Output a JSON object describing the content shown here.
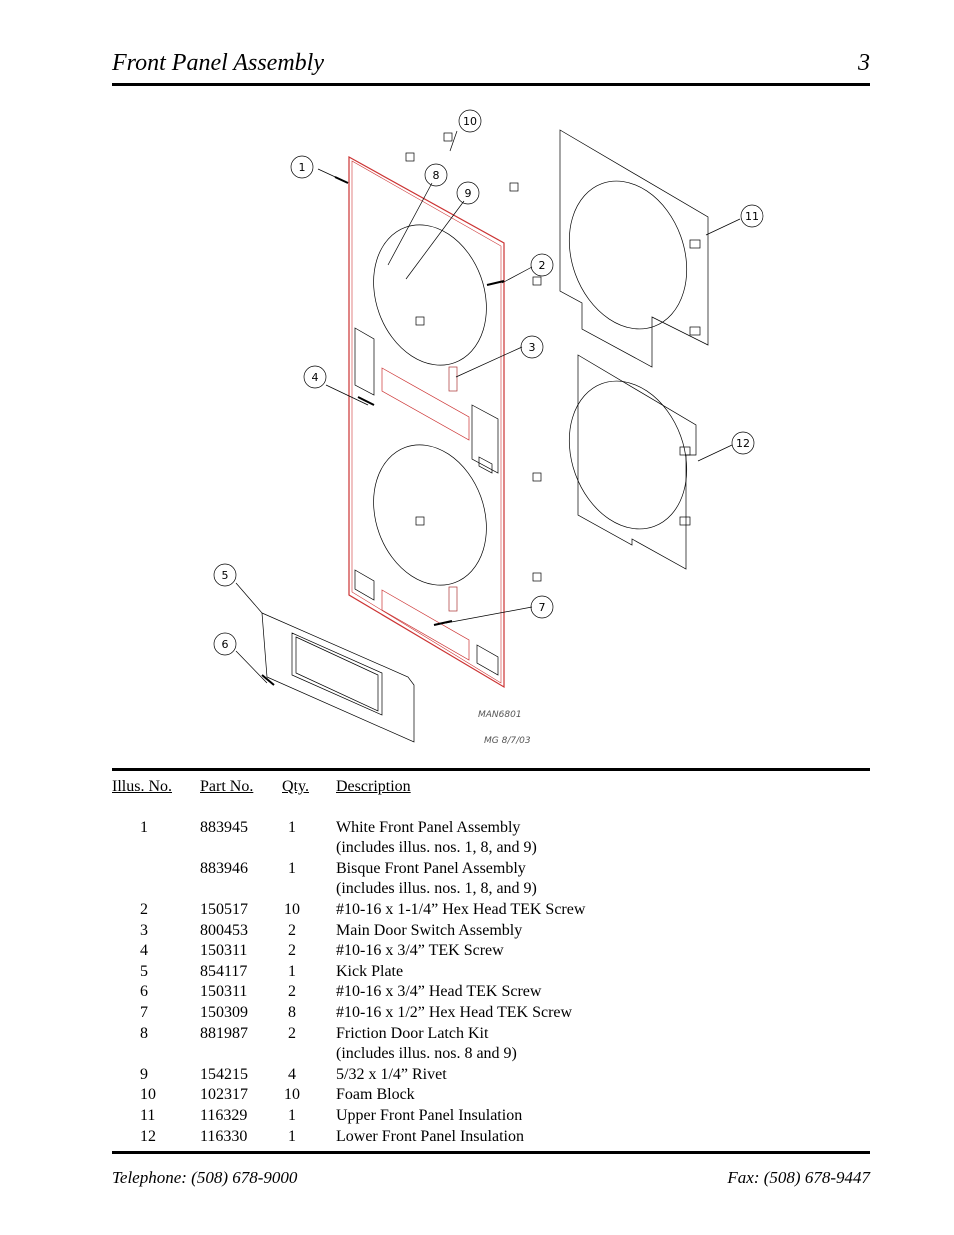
{
  "header": {
    "title": "Front Panel Assembly",
    "page_number": "3"
  },
  "drawing": {
    "callouts": [
      "1",
      "2",
      "3",
      "4",
      "5",
      "6",
      "7",
      "8",
      "9",
      "10",
      "11",
      "12"
    ],
    "drawing_number": "MAN6801",
    "drawing_date": "MG 8/7/03"
  },
  "table": {
    "headers": {
      "illus": "Illus. No.",
      "part": "Part  No.",
      "qty": "Qty.",
      "desc": "Description"
    },
    "rows": [
      {
        "illus": "1",
        "part": "883945",
        "qty": "1",
        "desc": "White Front Panel Assembly"
      },
      {
        "illus": "",
        "part": "",
        "qty": "",
        "desc": "(includes illus. nos. 1, 8, and 9)"
      },
      {
        "illus": "",
        "part": "883946",
        "qty": "1",
        "desc": "Bisque Front Panel Assembly"
      },
      {
        "illus": "",
        "part": "",
        "qty": "",
        "desc": "(includes illus. nos. 1, 8, and 9)"
      },
      {
        "illus": "2",
        "part": "150517",
        "qty": "10",
        "desc": "#10-16 x 1-1/4” Hex Head TEK Screw"
      },
      {
        "illus": "3",
        "part": "800453",
        "qty": "2",
        "desc": "Main Door Switch Assembly"
      },
      {
        "illus": "4",
        "part": "150311",
        "qty": "2",
        "desc": "#10-16 x 3/4” TEK Screw"
      },
      {
        "illus": "5",
        "part": "854117",
        "qty": "1",
        "desc": "Kick Plate"
      },
      {
        "illus": "6",
        "part": "150311",
        "qty": "2",
        "desc": "#10-16 x 3/4” Head TEK Screw"
      },
      {
        "illus": "7",
        "part": "150309",
        "qty": "8",
        "desc": "#10-16 x 1/2” Hex Head TEK Screw"
      },
      {
        "illus": "8",
        "part": "881987",
        "qty": "2",
        "desc": "Friction Door Latch Kit"
      },
      {
        "illus": "",
        "part": "",
        "qty": "",
        "desc": "(includes illus. nos. 8 and 9)"
      },
      {
        "illus": "9",
        "part": "154215",
        "qty": "4",
        "desc": "5/32 x 1/4” Rivet"
      },
      {
        "illus": "10",
        "part": "102317",
        "qty": "10",
        "desc": "Foam Block"
      },
      {
        "illus": "11",
        "part": "116329",
        "qty": "1",
        "desc": "Upper Front Panel Insulation"
      },
      {
        "illus": "12",
        "part": "116330",
        "qty": "1",
        "desc": "Lower Front Panel Insulation"
      }
    ]
  },
  "footer": {
    "telephone": "Telephone: (508) 678-9000",
    "fax": "Fax: (508) 678-9447"
  }
}
